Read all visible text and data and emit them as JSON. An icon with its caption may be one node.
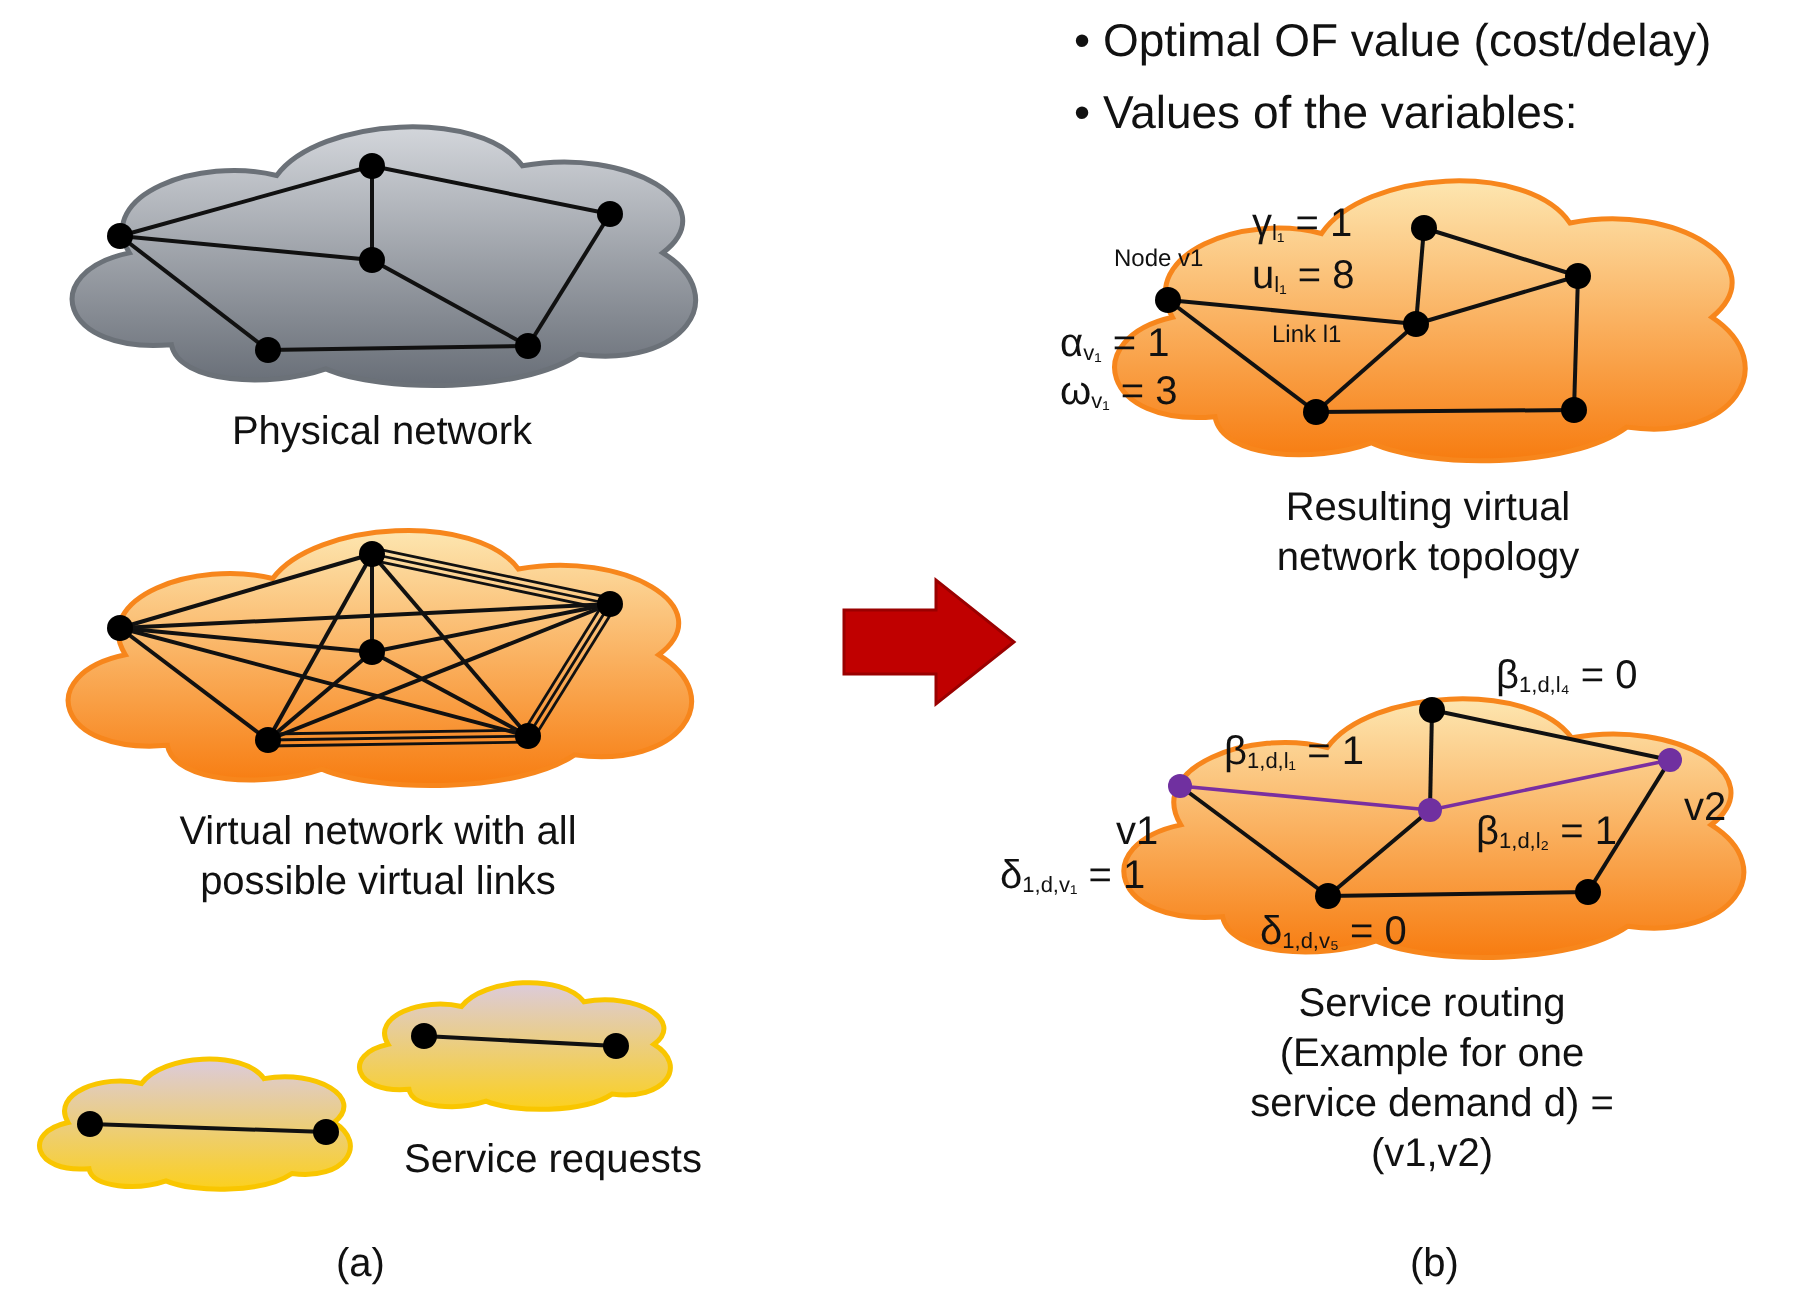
{
  "diagram": {
    "nodes": [
      {
        "text": [],
        "shape": "cloud",
        "beside": [
          "Physical network"
        ]
      },
      {
        "text": [],
        "shape": "cloud",
        "beside": [
          "Virtual network with all possible virtual links"
        ]
      },
      {
        "text": [],
        "shape": "cloud"
      },
      {
        "text": [],
        "shape": "cloud"
      },
      {
        "text": [],
        "shape": "cloud",
        "beside": [
          "Resulting virtual network topology"
        ]
      },
      {
        "text": [],
        "shape": "cloud",
        "beside": [
          "Service routing (Example for one service demand d) = (v1,v2)"
        ]
      }
    ],
    "labels": [
      "• Optimal OF value (cost/delay)",
      "• Values of the variables:",
      "Node v1",
      "γ$_{l₁}$ = 1",
      "u$_{l₁}$ = 8",
      "Link l1",
      "α$_{v₁}$ = 1",
      "ω$_{v₁}$ = 3",
      "β$_{1,d,l₄}$ = 0",
      "β$_{1,d,l₁}$ = 1",
      "v1",
      "β$_{1,d,l₂}$ = 1",
      "v2",
      "δ$_{1,d,v₁}$ = 1",
      "δ$_{1,d,v₅}$ = 0",
      "Service requests",
      "(a)",
      "(b)"
    ]
  }
}
